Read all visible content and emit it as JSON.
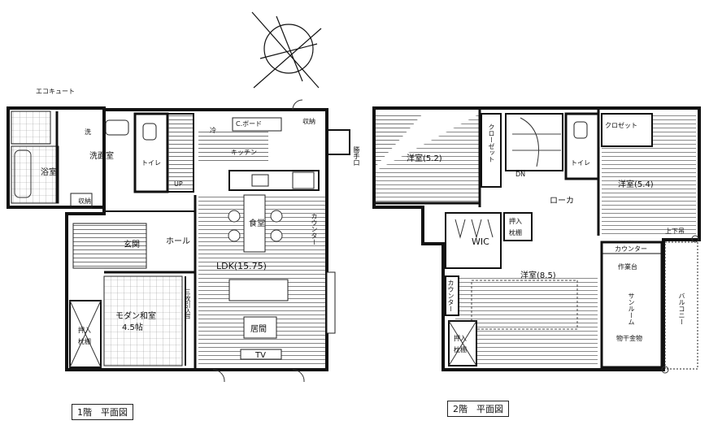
{
  "compass": {
    "icon": "compass-rose-icon"
  },
  "floor1": {
    "caption": "1階　平面図",
    "eco_cute": "エコキュート",
    "rooms": {
      "wash": "洗",
      "washroom": "洗面室",
      "bath": "浴室",
      "toilet": "トイレ",
      "storage": "収納",
      "up": "UP",
      "fridge": "冷",
      "cupboard": "C.ボード",
      "pantry": "収納",
      "kitchen": "キッチン",
      "entrance": "玄関",
      "hall": "ホール",
      "dining": "食堂",
      "counter": "カウンター",
      "ldk": "LDK(15.75)",
      "living": "居間",
      "tv": "TV",
      "modern_japanese": "モダン和室",
      "tatami_size": "4.5帖",
      "closet1": "押入",
      "closet2": "枕棚",
      "sliding": "三枚引込戸",
      "service_door": "勝手口"
    }
  },
  "floor2": {
    "caption": "2階　平面図",
    "rooms": {
      "western1": "洋室(5.2)",
      "closet_v": "クローゼット",
      "dn": "DN",
      "toilet": "トイレ",
      "closet": "クロゼット",
      "western2": "洋室(5.4)",
      "corridor": "ローカ",
      "wic": "WIC",
      "push1": "押入",
      "shelf1": "枕棚",
      "counter_top": "カウンター",
      "workbench": "作業台",
      "sunroom": "サンルーム",
      "drying": "物干金物",
      "balcony": "バルコニー",
      "western3": "洋室(8.5)",
      "counter_side": "カウンター",
      "push2": "押入",
      "shelf2": "枕棚",
      "ceiling_hatch": "上下吊"
    }
  }
}
